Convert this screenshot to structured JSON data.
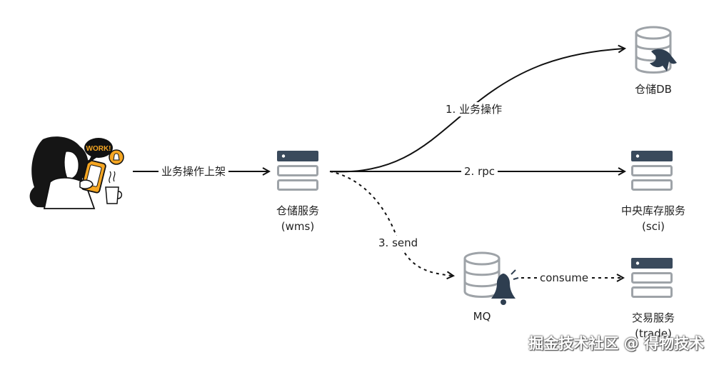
{
  "nodes": {
    "user": {
      "label": ""
    },
    "wms": {
      "line1": "仓储服务",
      "line2": "(wms)"
    },
    "db": {
      "line1": "仓储DB"
    },
    "sci": {
      "line1": "中央库存服务",
      "line2": "(sci)"
    },
    "mq": {
      "line1": "MQ"
    },
    "trade": {
      "line1": "交易服务",
      "line2": "(trade)"
    }
  },
  "edges": {
    "user_to_wms": "业务操作上架",
    "wms_to_db": "1. 业务操作",
    "wms_to_sci": "2. rpc",
    "wms_to_mq": "3. send",
    "mq_to_trade": "consume"
  },
  "illustration": {
    "badge_text": "WORK!"
  },
  "watermark": "掘金技术社区 @ 得物技术",
  "colors": {
    "server_dark": "#3a4a5c",
    "server_light": "#9ea3a8",
    "arrow": "#111111"
  }
}
